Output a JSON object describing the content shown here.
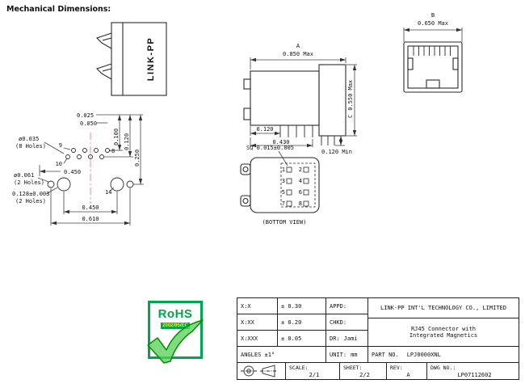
{
  "colors": {
    "line": "#222222",
    "centerline_pink": "#f08080",
    "rohs_green": "#00A550",
    "rohs_yellow": "#ffe800"
  },
  "header": {
    "title": "Mechanical Dimensions:"
  },
  "left_view": {
    "brand": "LINK-PP"
  },
  "footprint": {
    "dims_top": [
      "0.025",
      "0.050"
    ],
    "dims_right": [
      "0.100",
      "0.120",
      "0.250"
    ],
    "hole_small_label": "ø0.035",
    "hole_small_count": "(8 Holes)",
    "hole_shield_label": "ø0.061",
    "hole_shield_count": "(2 Holes)",
    "hole_post_label": "0.128±0.003",
    "hole_post_count": "(2 Holes)",
    "pin9": "9",
    "pin8": "8",
    "pin10": "10",
    "pin14": "14",
    "dim_center": "0.450",
    "dim_posts": "0.450",
    "dim_shields": "0.610"
  },
  "side_view": {
    "dim_a_letter": "A",
    "dim_a_value": "0.850 Max",
    "dim_c_letter": "C",
    "dim_c_value": "0.550 Max",
    "dim_front_pin": "0.120",
    "dim_pin_span": "0.430",
    "dim_rear_pin": "0.120 Min"
  },
  "bottom_view": {
    "sq_note": "SQ 0.015±0.005",
    "pins_left": [
      "1",
      "3",
      "5",
      "7"
    ],
    "pins_right": [
      "2",
      "4",
      "6",
      "8"
    ],
    "caption": "(BOTTOM VIEW)"
  },
  "front_view": {
    "dim_b_letter": "B",
    "dim_b_value": "0.650 Max"
  },
  "rohs": {
    "title": "RoHS",
    "directive": "2002/95/EC"
  },
  "title_block": {
    "tolerances": [
      {
        "label": "X:X",
        "value": "± 0.30"
      },
      {
        "label": "X:XX",
        "value": "± 0.20"
      },
      {
        "label": "X:XXX",
        "value": "± 0.05"
      },
      {
        "label": "ANGLES ±1°",
        "value": ""
      }
    ],
    "sign_offs": [
      {
        "label": "APPD:",
        "value": ""
      },
      {
        "label": "CHKD:",
        "value": ""
      },
      {
        "label": "DR:",
        "value": "Jami"
      },
      {
        "label": "UNIT:",
        "value": "mm"
      }
    ],
    "company": "LINK-PP INT'L TECHNOLOGY CO., LIMITED",
    "description_line1": "RJ45 Connector with",
    "description_line2": "Integrated Magnetics",
    "part_no_label": "PART NO.",
    "part_no_value": "LPJ0000XNL",
    "scale_label": "SCALE:",
    "scale_value": "2/1",
    "sheet_label": "SHEET:",
    "sheet_value": "2/2",
    "rev_label": "REV:",
    "rev_value": "A",
    "dwg_label": "DWG NO.:",
    "dwg_value": "LP07112602"
  }
}
